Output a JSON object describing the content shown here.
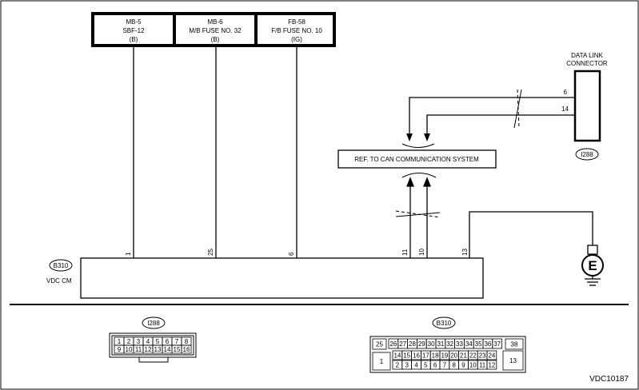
{
  "fuses": [
    {
      "line1": "MB-5",
      "line2": "SBF-12",
      "line3": "(B)"
    },
    {
      "line1": "MB-6",
      "line2": "M/B FUSE NO. 32",
      "line3": "(B)"
    },
    {
      "line1": "FB-58",
      "line2": "F/B FUSE NO. 10",
      "line3": "(IG)"
    }
  ],
  "dlc": {
    "title_line1": "DATA LINK",
    "title_line2": "CONNECTOR",
    "pin_top": "6",
    "pin_bottom": "14",
    "id": "I288"
  },
  "can_ref": "REF. TO CAN COMMUNICATION SYSTEM",
  "vdc": {
    "id": "B310",
    "label": "VDC CM",
    "pins": [
      "1",
      "25",
      "6",
      "11",
      "10",
      "13"
    ]
  },
  "ground_symbol": "E",
  "connector_i288": {
    "id": "I288",
    "row1": [
      "1",
      "2",
      "3",
      "4",
      "5",
      "6",
      "7",
      "8"
    ],
    "row2": [
      "9",
      "10",
      "11",
      "12",
      "13",
      "14",
      "15",
      "16"
    ]
  },
  "connector_b310": {
    "id": "B310",
    "left_top": "25",
    "left_bottom": "1",
    "right_top": "38",
    "right_bottom": "13",
    "row1": [
      "26",
      "27",
      "28",
      "29",
      "30",
      "31",
      "32",
      "33",
      "34",
      "35",
      "36",
      "37"
    ],
    "row2": [
      "14",
      "15",
      "16",
      "17",
      "18",
      "19",
      "20",
      "21",
      "22",
      "23",
      "24"
    ],
    "row3": [
      "2",
      "3",
      "4",
      "5",
      "6",
      "7",
      "8",
      "9",
      "10",
      "11",
      "12"
    ]
  },
  "doc_code": "VDC10187"
}
